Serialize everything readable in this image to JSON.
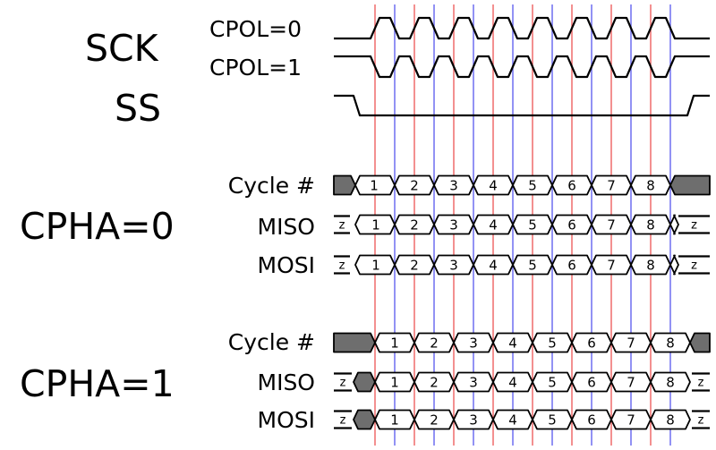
{
  "labels": {
    "sck": "SCK",
    "ss": "SS",
    "cpol0": "CPOL=0",
    "cpol1": "CPOL=1",
    "cpha0": "CPHA=0",
    "cpha1": "CPHA=1",
    "cycle": "Cycle #",
    "miso": "MISO",
    "mosi": "MOSI"
  },
  "cycles": [
    "1",
    "2",
    "3",
    "4",
    "5",
    "6",
    "7",
    "8"
  ],
  "hiz": "z",
  "colors": {
    "leading_edge": "#ef6b6b",
    "trailing_edge": "#6f6ff0",
    "undefined_fill": "#6e6e6e"
  }
}
